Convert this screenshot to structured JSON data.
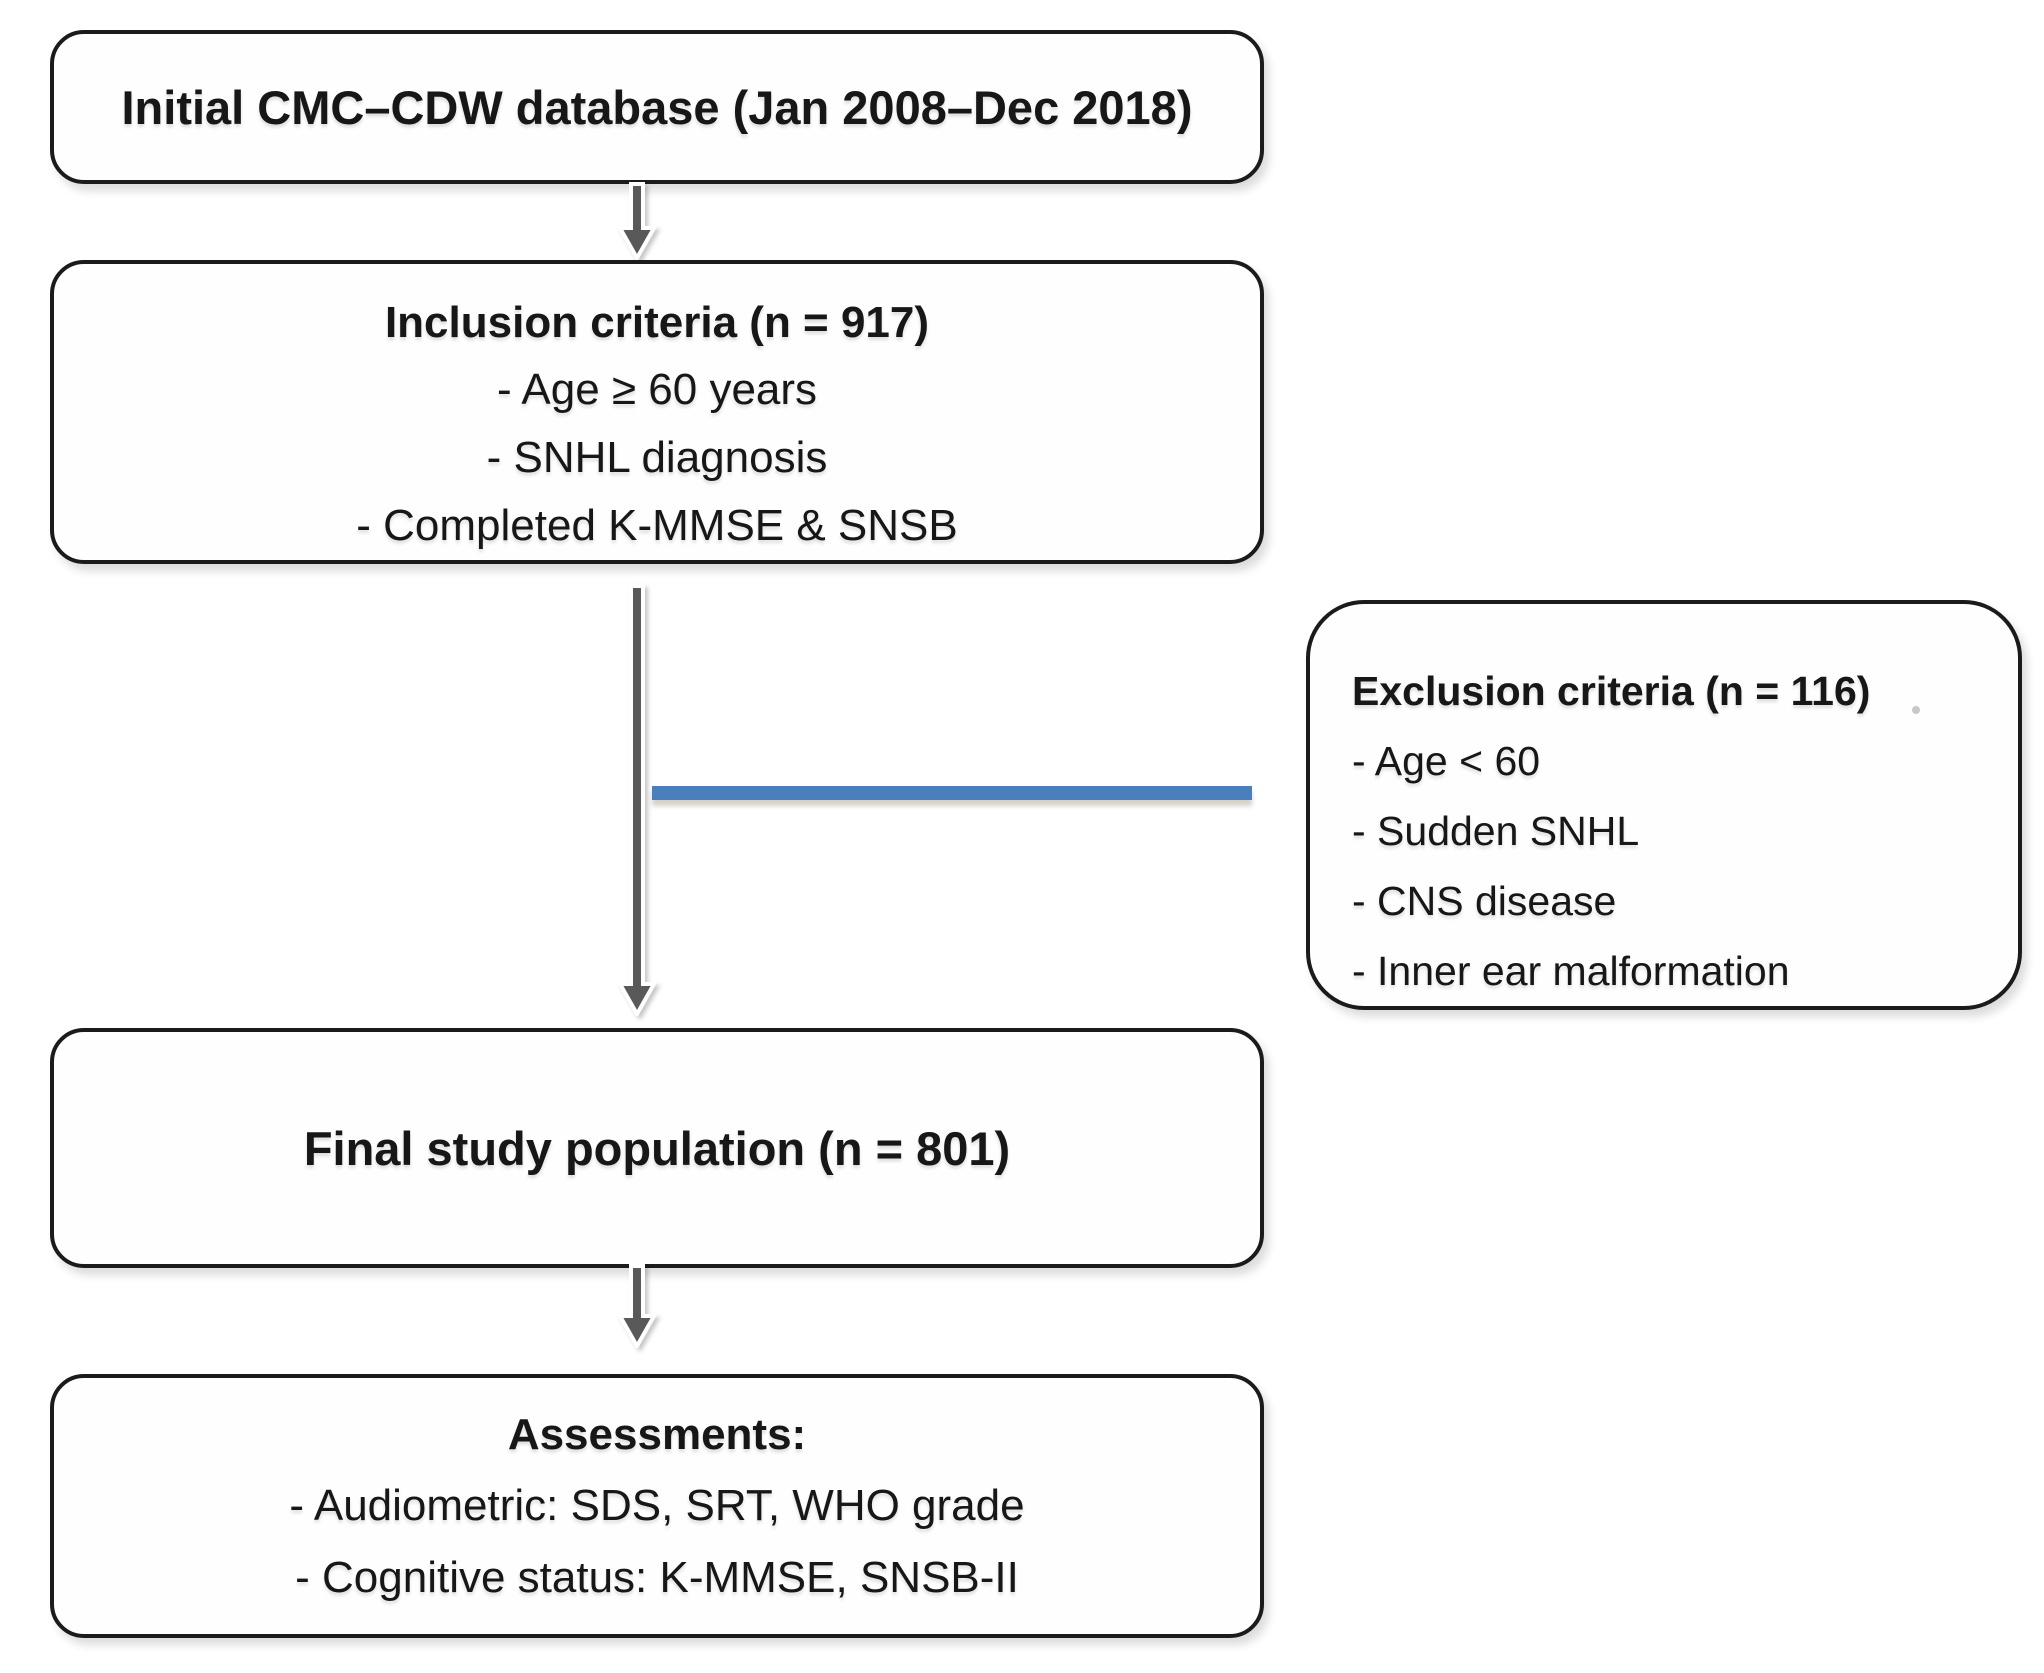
{
  "figure": {
    "boxes": {
      "initial": {
        "title": "Initial CMC–CDW database (Jan 2008–Dec 2018)"
      },
      "inclusion": {
        "title": "Inclusion criteria (n = 917)",
        "items": [
          "- Age ≥ 60 years",
          "- SNHL diagnosis",
          "- Completed K-MMSE & SNSB"
        ]
      },
      "exclusion": {
        "title": "Exclusion criteria (n = 116)",
        "items": [
          "- Age < 60",
          "- Sudden SNHL",
          "- CNS disease",
          "- Inner ear malformation"
        ]
      },
      "final": {
        "title": "Final study population (n = 801)"
      },
      "assessments": {
        "title": "Assessments:",
        "items": [
          "- Audiometric: SDS, SRT, WHO grade",
          "- Cognitive status: K-MMSE, SNSB-II"
        ]
      }
    },
    "colors": {
      "box_border": "#1b1b1b",
      "text": "#171717",
      "arrow_gray": "#595959",
      "arrow_outline": "#ffffff",
      "connector_blue": "#4a7ebd",
      "background": "#ffffff"
    }
  }
}
